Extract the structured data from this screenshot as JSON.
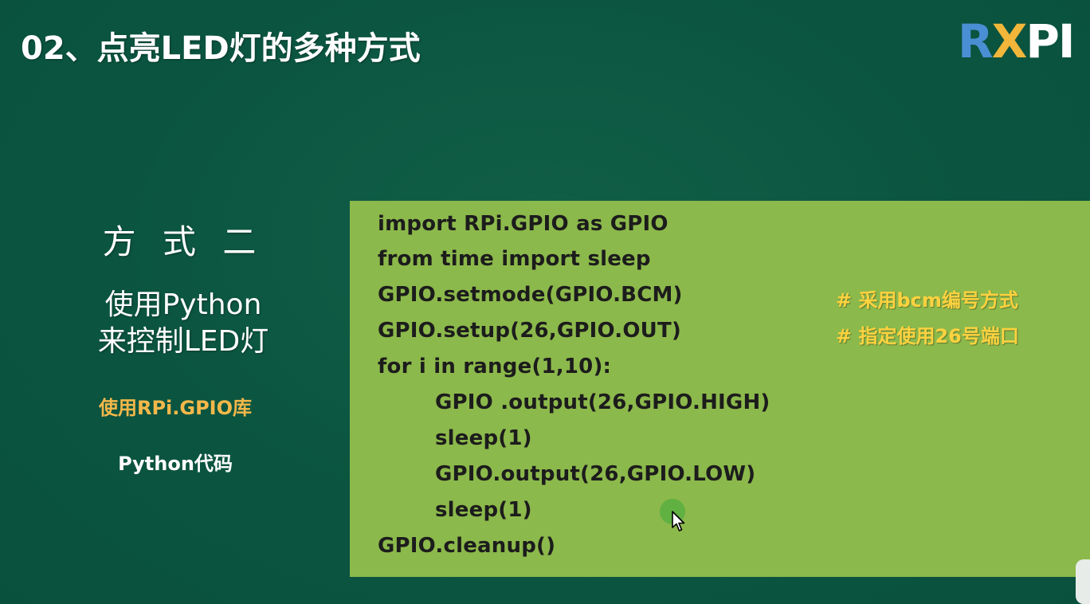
{
  "slide": {
    "title": "02、点亮LED灯的多种方式"
  },
  "logo": {
    "r": "R",
    "x": "X",
    "p": "PI"
  },
  "left_panel": {
    "method_label": "方 式 二",
    "desc_line1": "使用Python",
    "desc_line2": "来控制LED灯",
    "library": "使用RPi.GPIO库",
    "python_code_label": "Python代码"
  },
  "code": {
    "lines": [
      "import RPi.GPIO as GPIO",
      "from time import sleep",
      "GPIO.setmode(GPIO.BCM)",
      "GPIO.setup(26,GPIO.OUT)",
      "for i in range(1,10):",
      "GPIO .output(26,GPIO.HIGH)",
      "sleep(1)",
      "GPIO.output(26,GPIO.LOW)",
      "sleep(1)",
      "GPIO.cleanup()"
    ],
    "comments": [
      "# 采用bcm编号方式",
      "# 指定使用26号端口"
    ]
  },
  "colors": {
    "background": "#0d5741",
    "code_panel": "#8cb94b",
    "comment": "#ffd23f",
    "library_label": "#f5b84a",
    "logo_blue": "#4a8fd3",
    "logo_gold": "#f1b63a"
  },
  "icons": {
    "cursor": "mouse-pointer-icon"
  }
}
